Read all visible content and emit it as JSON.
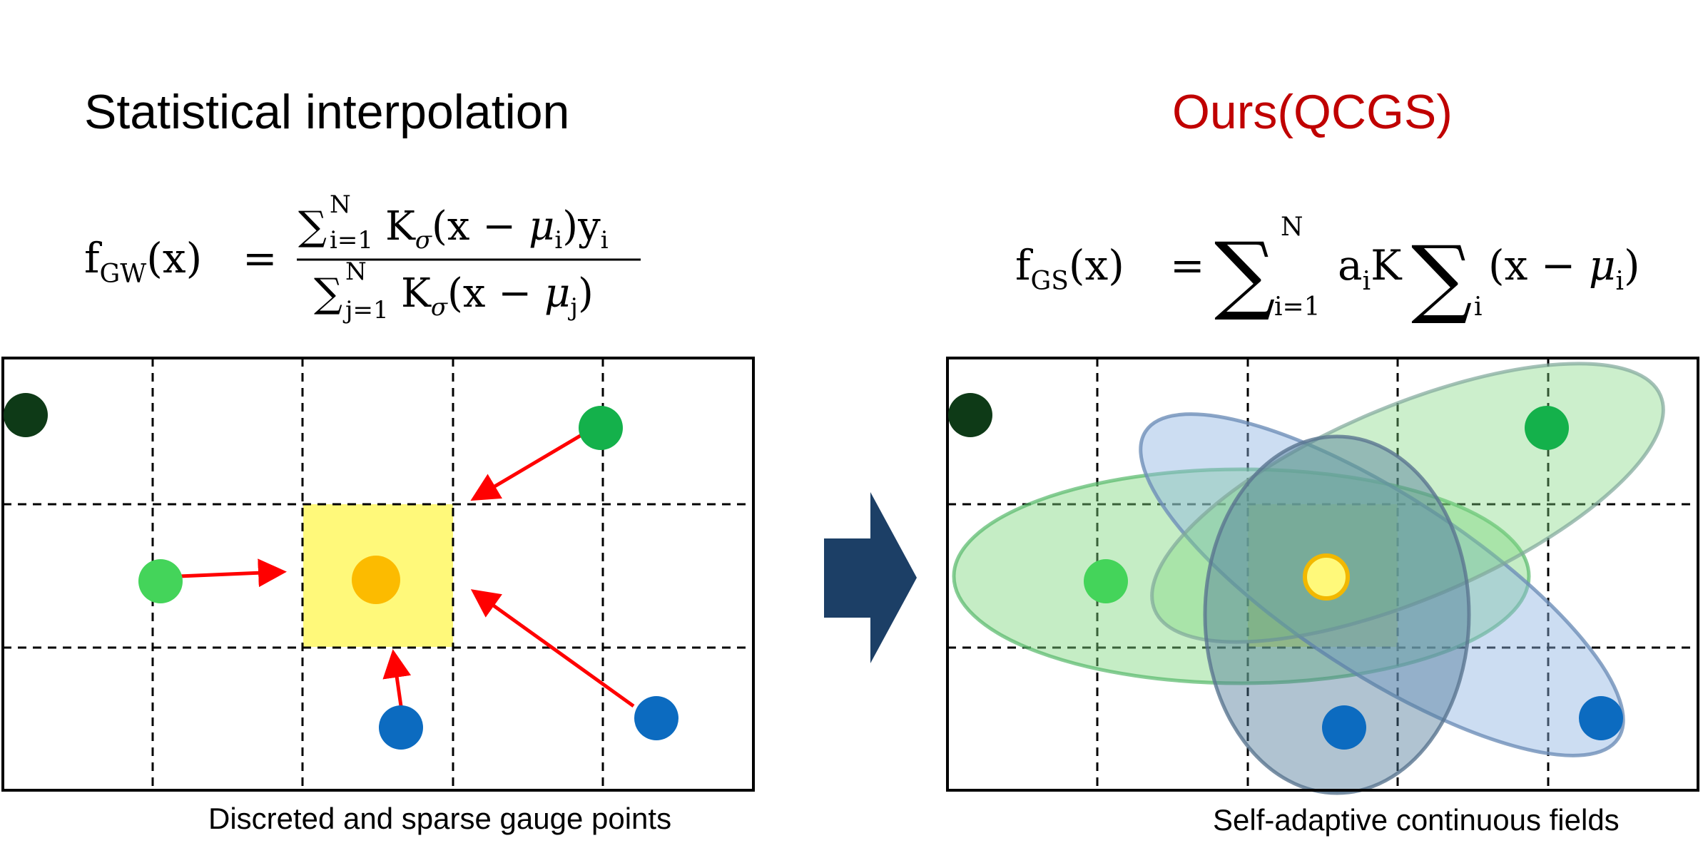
{
  "left": {
    "title": "Statistical interpolation",
    "formula": {
      "lhs_f": "f",
      "lhs_sub": "GW",
      "lhs_arg": "(x)",
      "equals": "=",
      "num_sum": "∑",
      "num_sup": "N",
      "num_sub": "i=1",
      "num_K": "K",
      "num_K_sub": "σ",
      "num_arg_open": "(x − ",
      "num_mu": "μ",
      "num_mu_sub": "i",
      "num_arg_close": ")",
      "num_y": "y",
      "num_y_sub": "i",
      "den_sum": "∑",
      "den_sup": "N",
      "den_sub": "j=1",
      "den_K": "K",
      "den_K_sub": "σ",
      "den_arg_open": "(x − ",
      "den_mu": "μ",
      "den_mu_sub": "j",
      "den_arg_close": ")"
    },
    "caption": "Discreted and sparse gauge points"
  },
  "right": {
    "title": "Ours(QCGS)",
    "formula": {
      "lhs_f": "f",
      "lhs_sub": "GS",
      "lhs_arg": "(x)",
      "equals": "=",
      "sum1": "∑",
      "sum1_sup": "N",
      "sum1_sub": "i=1",
      "a": "a",
      "a_sub": "i",
      "K": "K",
      "sum2": "∑",
      "sum2_sub": "i",
      "arg_open": "(x − ",
      "mu": "μ",
      "mu_sub": "i",
      "arg_close": ")"
    },
    "caption": "Self-adaptive continuous fields"
  },
  "colors": {
    "title_right": "#c00000",
    "dark_green": "#0e3a17",
    "green": "#14b14b",
    "light_green": "#44d45a",
    "blue": "#0c6bc0",
    "orange": "#fcbb00",
    "yellow_cell": "#fff97a",
    "arrow_red": "#ff0000",
    "big_arrow": "#1c3f66",
    "ellipse_green": "#7fd67f",
    "ellipse_blue": "#8fb4e2",
    "center_point": "#fff97a",
    "center_stroke": "#f2b800"
  }
}
